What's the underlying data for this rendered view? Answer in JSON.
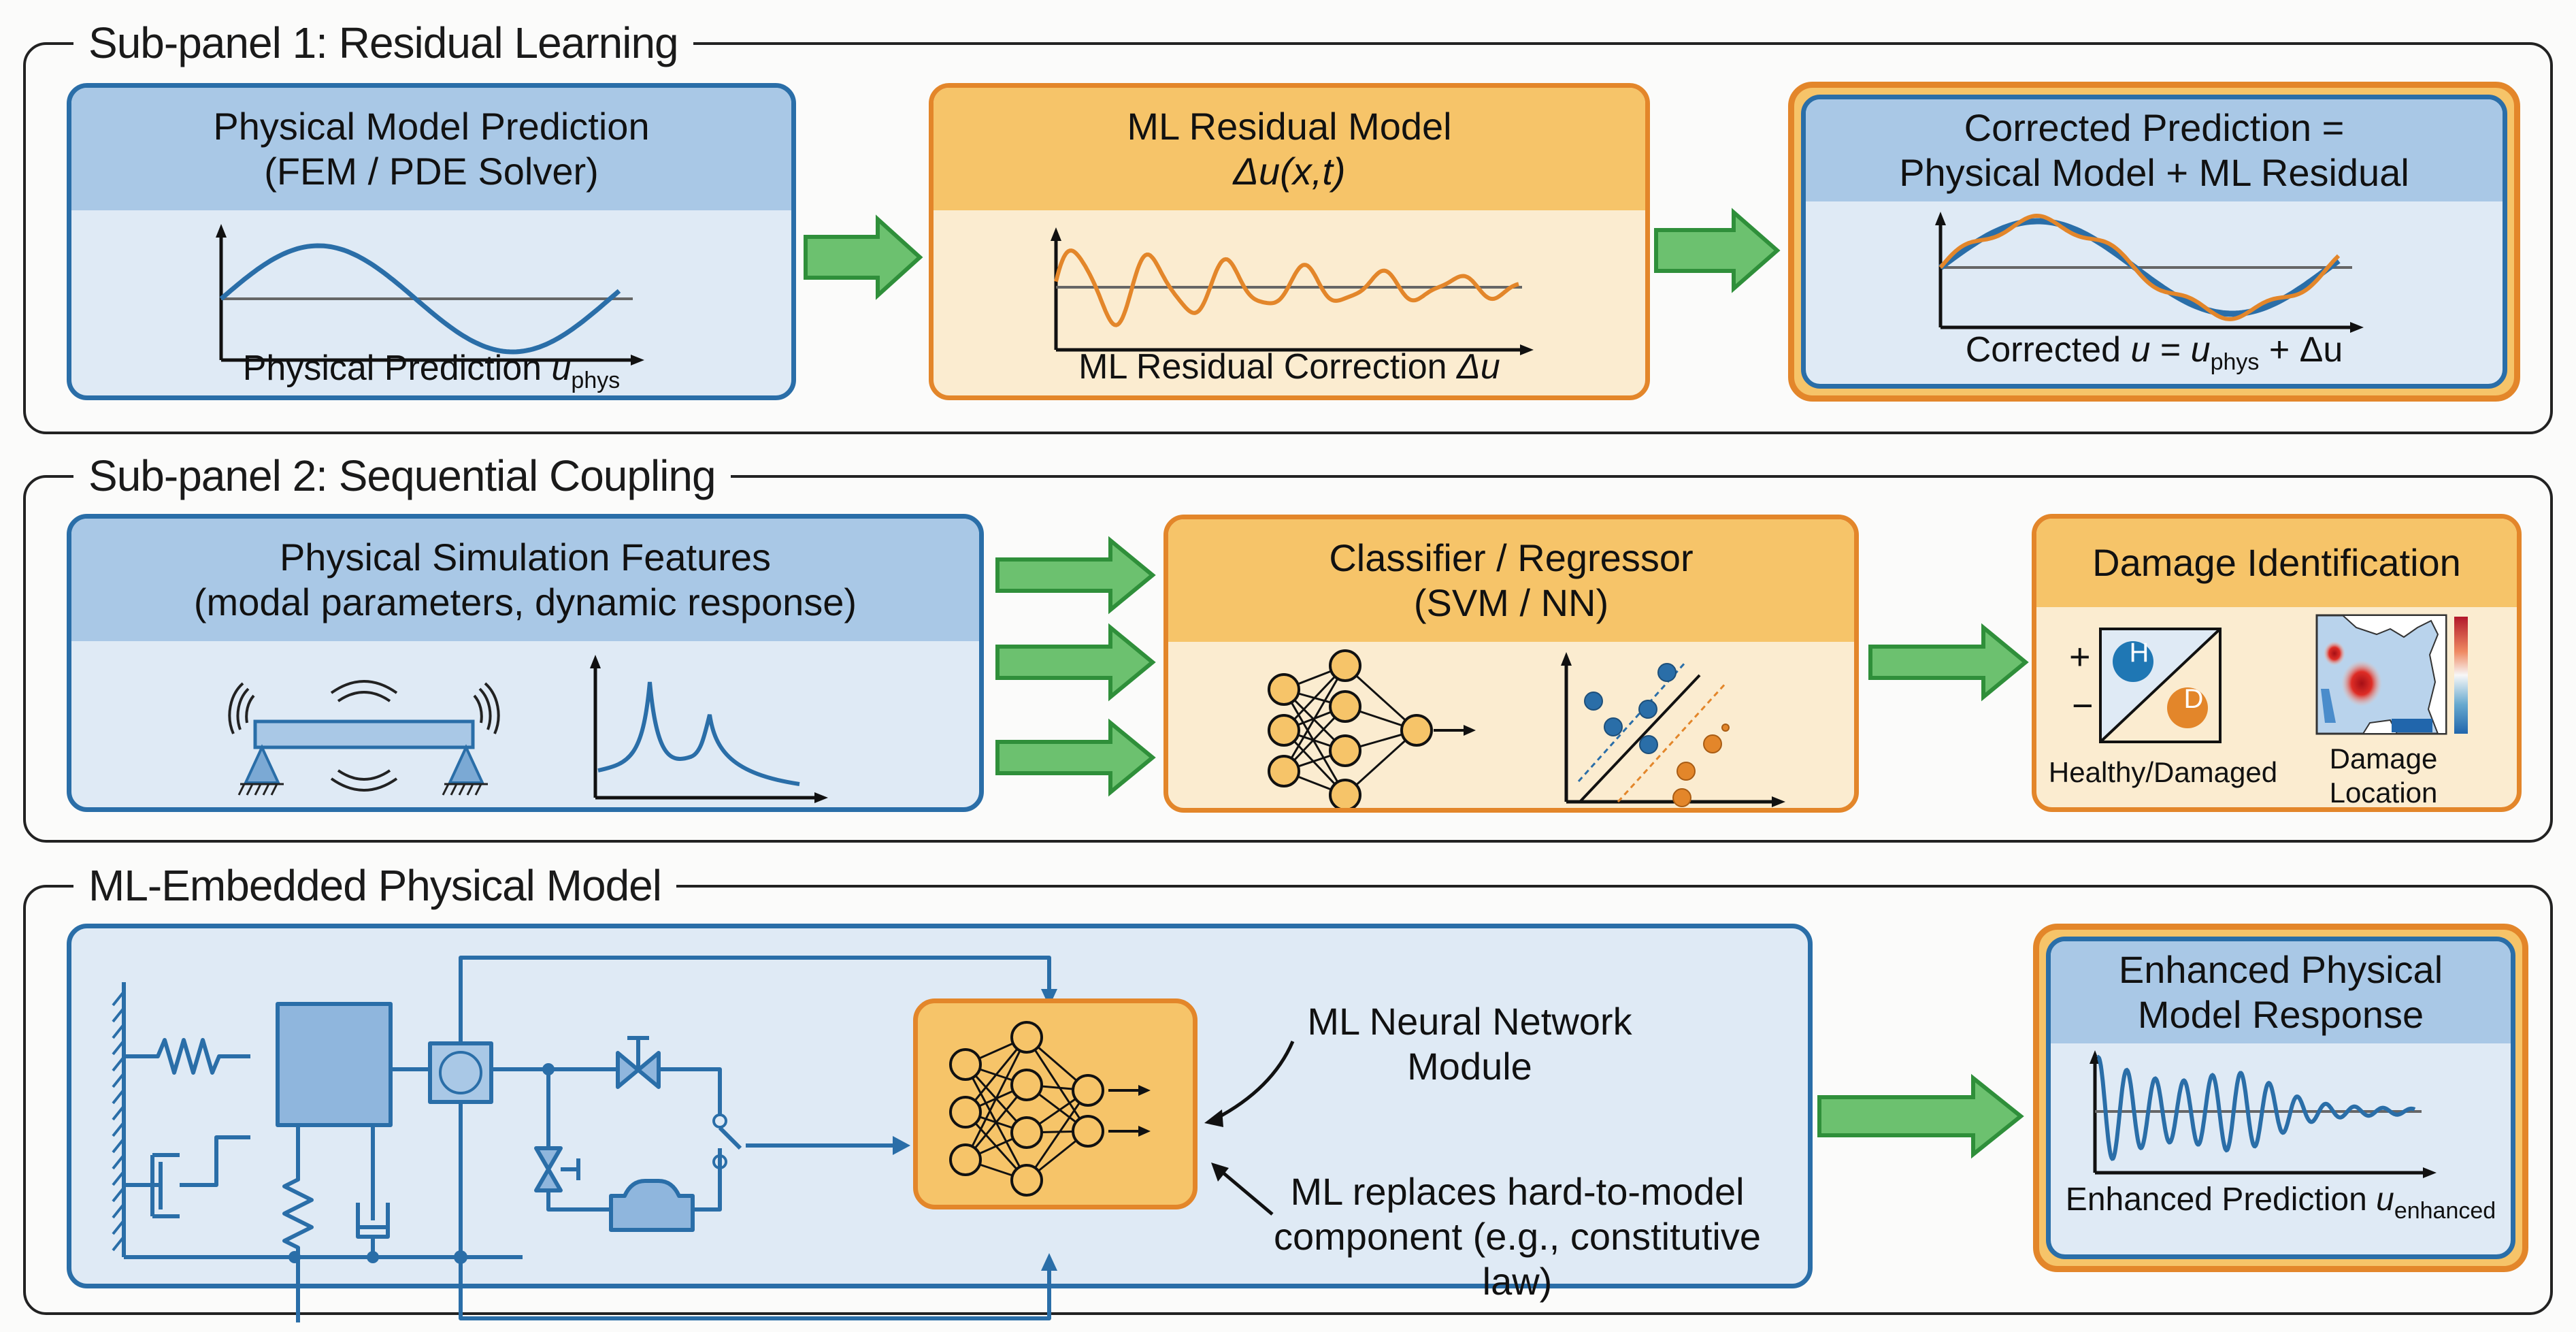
{
  "panels": [
    {
      "title": "Sub-panel 1: Residual Learning",
      "boxes": [
        {
          "title_line1": "Physical Model Prediction",
          "title_line2": "(FEM / PDE Solver)",
          "caption_text": "Physical Prediction ",
          "caption_var": "u",
          "caption_sub": "phys",
          "plot": "sine-wave"
        },
        {
          "title_line1": "ML Residual Model",
          "title_line2": "Δu(x,t)",
          "caption_text": "ML Residual Correction ",
          "caption_var": "Δu",
          "plot": "noisy-residual"
        },
        {
          "title_line1": "Corrected Prediction =",
          "title_line2": "Physical Model + ML Residual",
          "caption_prefix": "Corrected ",
          "caption_var": "u",
          "caption_eq": " = ",
          "caption_var2": "u",
          "caption_sub": "phys",
          "caption_suffix": " + Δu",
          "plot": "sine-plus-residual"
        }
      ]
    },
    {
      "title": "Sub-panel 2: Sequential Coupling",
      "boxes": [
        {
          "title_line1": "Physical Simulation Features",
          "title_line2": "(modal parameters, dynamic response)",
          "icons": [
            "vibrating-beam-icon",
            "frequency-response-plot"
          ]
        },
        {
          "title_line1": "Classifier / Regressor",
          "title_line2": "(SVM / NN)",
          "icons": [
            "neural-network-icon",
            "svm-scatter-plot"
          ]
        },
        {
          "title_line1": "Damage Identification",
          "label_healthy_damaged": "Healthy/Damaged",
          "label_location_line1": "Damage",
          "label_location_line2": "Location",
          "badge_h": "H",
          "badge_d": "D",
          "sign_plus": "+",
          "sign_minus": "−"
        }
      ]
    },
    {
      "title": "ML-Embedded Physical Model",
      "boxes": [
        {
          "note_nn_line1": "ML Neural Network",
          "note_nn_line2": "Module",
          "note_replace_line1": "ML replaces hard-to-model",
          "note_replace_line2": "component (e.g., constitutive law)"
        },
        {
          "title_line1": "Enhanced Physical",
          "title_line2": "Model Response",
          "caption_text": "Enhanced Prediction ",
          "caption_var": "u",
          "caption_sub": "enhanced",
          "plot": "damped-oscillation"
        }
      ]
    }
  ],
  "colors": {
    "physical_blue": "#2a6ea8",
    "ml_orange": "#e3862a",
    "flow_green": "#4caf50",
    "header_blue": "#a9c8e6",
    "header_orange": "#f6c469"
  }
}
